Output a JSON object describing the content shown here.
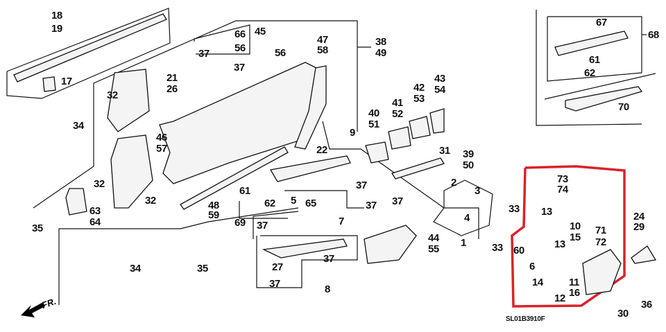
{
  "diagram": {
    "title_code": "SL01B3910F",
    "direction_label": "FR.",
    "highlight_color": "#d8232a",
    "callouts": [
      {
        "id": "c18",
        "text": "18"
      },
      {
        "id": "c19",
        "text": "19"
      },
      {
        "id": "c17",
        "text": "17"
      },
      {
        "id": "c66",
        "text": "66"
      },
      {
        "id": "c56a",
        "text": "56"
      },
      {
        "id": "c37a",
        "text": "37"
      },
      {
        "id": "c45",
        "text": "45"
      },
      {
        "id": "c56b",
        "text": "56"
      },
      {
        "id": "c37b",
        "text": "37"
      },
      {
        "id": "c47",
        "text": "47"
      },
      {
        "id": "c58",
        "text": "58"
      },
      {
        "id": "c38",
        "text": "38"
      },
      {
        "id": "c49",
        "text": "49"
      },
      {
        "id": "c21",
        "text": "21"
      },
      {
        "id": "c26",
        "text": "26"
      },
      {
        "id": "c32a",
        "text": "32"
      },
      {
        "id": "c34a",
        "text": "34"
      },
      {
        "id": "c46",
        "text": "46"
      },
      {
        "id": "c57",
        "text": "57"
      },
      {
        "id": "c9",
        "text": "9"
      },
      {
        "id": "c22",
        "text": "22"
      },
      {
        "id": "c40",
        "text": "40"
      },
      {
        "id": "c51",
        "text": "51"
      },
      {
        "id": "c41",
        "text": "41"
      },
      {
        "id": "c52",
        "text": "52"
      },
      {
        "id": "c42",
        "text": "42"
      },
      {
        "id": "c53",
        "text": "53"
      },
      {
        "id": "c43",
        "text": "43"
      },
      {
        "id": "c54",
        "text": "54"
      },
      {
        "id": "c31",
        "text": "31"
      },
      {
        "id": "c39",
        "text": "39"
      },
      {
        "id": "c50",
        "text": "50"
      },
      {
        "id": "c37c",
        "text": "37"
      },
      {
        "id": "c2",
        "text": "2"
      },
      {
        "id": "c37d",
        "text": "37"
      },
      {
        "id": "c37e",
        "text": "37"
      },
      {
        "id": "c3",
        "text": "3"
      },
      {
        "id": "c4",
        "text": "4"
      },
      {
        "id": "c1",
        "text": "1"
      },
      {
        "id": "c61a",
        "text": "61"
      },
      {
        "id": "c62a",
        "text": "62"
      },
      {
        "id": "c5",
        "text": "5"
      },
      {
        "id": "c65",
        "text": "65"
      },
      {
        "id": "c48",
        "text": "48"
      },
      {
        "id": "c59",
        "text": "59"
      },
      {
        "id": "c69",
        "text": "69"
      },
      {
        "id": "c37f",
        "text": "37"
      },
      {
        "id": "c7",
        "text": "7"
      },
      {
        "id": "c32b",
        "text": "32"
      },
      {
        "id": "c32c",
        "text": "32"
      },
      {
        "id": "c63",
        "text": "63"
      },
      {
        "id": "c64",
        "text": "64"
      },
      {
        "id": "c35a",
        "text": "35"
      },
      {
        "id": "c34b",
        "text": "34"
      },
      {
        "id": "c35b",
        "text": "35"
      },
      {
        "id": "c27",
        "text": "27"
      },
      {
        "id": "c37g",
        "text": "37"
      },
      {
        "id": "c37h",
        "text": "37"
      },
      {
        "id": "c8",
        "text": "8"
      },
      {
        "id": "c44",
        "text": "44"
      },
      {
        "id": "c55",
        "text": "55"
      },
      {
        "id": "c33a",
        "text": "33"
      },
      {
        "id": "c33b",
        "text": "33"
      },
      {
        "id": "c67",
        "text": "67"
      },
      {
        "id": "c68",
        "text": "68"
      },
      {
        "id": "c61b",
        "text": "61"
      },
      {
        "id": "c62b",
        "text": "62"
      },
      {
        "id": "c70",
        "text": "70"
      },
      {
        "id": "c73",
        "text": "73"
      },
      {
        "id": "c74",
        "text": "74"
      },
      {
        "id": "c13a",
        "text": "13"
      },
      {
        "id": "c10",
        "text": "10"
      },
      {
        "id": "c15",
        "text": "15"
      },
      {
        "id": "c13b",
        "text": "13"
      },
      {
        "id": "c60",
        "text": "60"
      },
      {
        "id": "c6",
        "text": "6"
      },
      {
        "id": "c71",
        "text": "71"
      },
      {
        "id": "c72",
        "text": "72"
      },
      {
        "id": "c14",
        "text": "14"
      },
      {
        "id": "c11",
        "text": "11"
      },
      {
        "id": "c16",
        "text": "16"
      },
      {
        "id": "c12",
        "text": "12"
      },
      {
        "id": "c24",
        "text": "24"
      },
      {
        "id": "c29",
        "text": "29"
      },
      {
        "id": "c30",
        "text": "30"
      },
      {
        "id": "c36",
        "text": "36"
      }
    ]
  }
}
